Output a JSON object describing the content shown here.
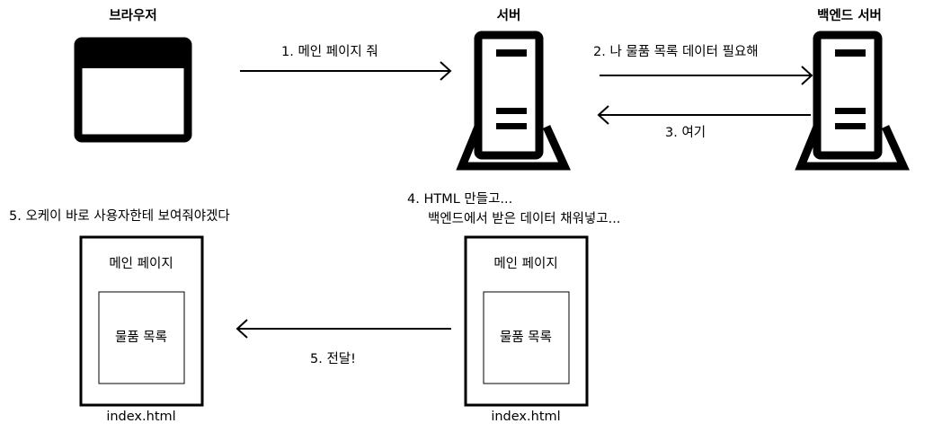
{
  "nodes": {
    "browser": {
      "label": "브라우저",
      "icon": "browser-window-icon"
    },
    "server": {
      "label": "서버",
      "icon": "server-icon"
    },
    "backend": {
      "label": "백엔드 서버",
      "icon": "server-icon"
    }
  },
  "steps": {
    "request_page": "1. 메인 페이지 줘",
    "request_data": "2. 나 물품 목록 데이터 필요해",
    "response_data": "3. 여기",
    "build_html_line1": "4. HTML 만들고...",
    "build_html_line2": "백엔드에서 받은 데이터 채워넣고...",
    "show_user": "5. 오케이 바로 사용자한테 보여줘야겠다",
    "deliver": "5. 전달!"
  },
  "documents": {
    "server_doc": {
      "title": "메인 페이지",
      "inner": "물품 목록",
      "filename": "index.html"
    },
    "browser_doc": {
      "title": "메인 페이지",
      "inner": "물품 목록",
      "filename": "index.html"
    }
  }
}
